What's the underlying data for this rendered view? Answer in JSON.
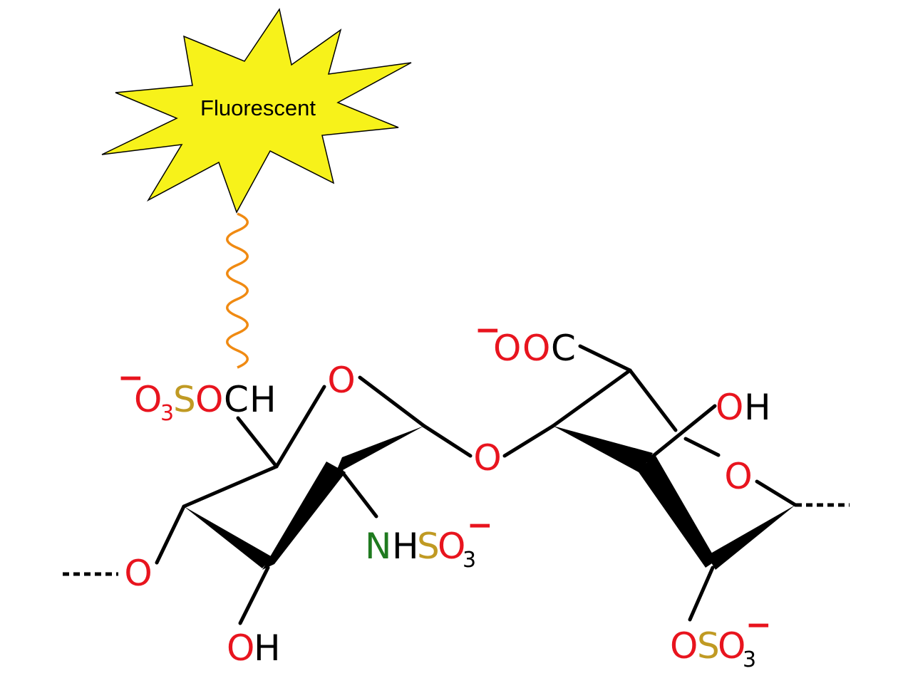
{
  "colors": {
    "oxygen": "#e8141e",
    "sulfur": "#c09a23",
    "nitrogen": "#1f7a1f",
    "carbon": "#000000",
    "linker": "#f08a12",
    "burst_fill": "#f7f21a",
    "bond": "#000000"
  },
  "burst": {
    "label": "Fluorescent"
  },
  "atoms": {
    "o_left_link": "O",
    "o_ring1": "O",
    "o_glycosidic": "O",
    "o_ring2": "O"
  },
  "groups": {
    "ch2oso3": {
      "charge": "−",
      "o1": "O",
      "o1_sub": "3",
      "s": "S",
      "o2": "O",
      "c": "C",
      "h": "H"
    },
    "oh_ring1": {
      "o": "O",
      "h": "H"
    },
    "nhso3": {
      "n": "N",
      "h": "H",
      "s": "S",
      "o": "O",
      "sub": "3",
      "charge": "−"
    },
    "cooh": {
      "charge": "−",
      "o1": "O",
      "o2": "O",
      "c": "C"
    },
    "oh_ring2": {
      "o": "O",
      "h": "H"
    },
    "oso3": {
      "o1": "O",
      "s": "S",
      "o2": "O",
      "sub": "3",
      "charge": "−"
    }
  }
}
